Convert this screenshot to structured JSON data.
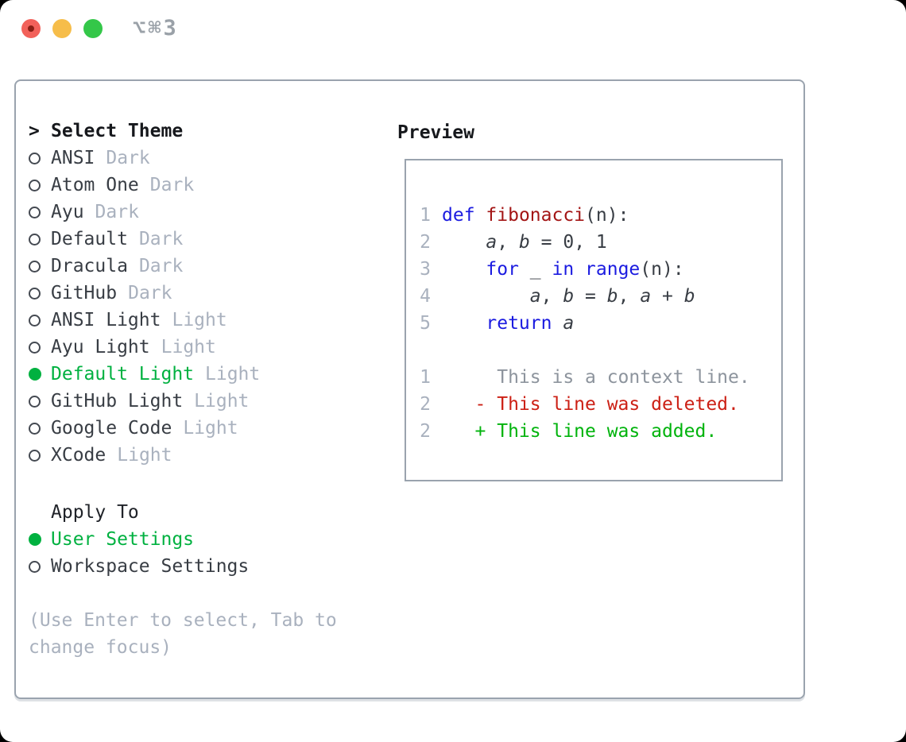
{
  "window": {
    "shortcut_label": "⌥⌘3",
    "traffic_lights": [
      "close",
      "minimize",
      "maximize"
    ]
  },
  "theme_panel": {
    "prompt": ">",
    "header": "Select Theme",
    "themes": [
      {
        "name": "ANSI",
        "variant": "Dark",
        "selected": false
      },
      {
        "name": "Atom One",
        "variant": "Dark",
        "selected": false
      },
      {
        "name": "Ayu",
        "variant": "Dark",
        "selected": false
      },
      {
        "name": "Default",
        "variant": "Dark",
        "selected": false
      },
      {
        "name": "Dracula",
        "variant": "Dark",
        "selected": false
      },
      {
        "name": "GitHub",
        "variant": "Dark",
        "selected": false
      },
      {
        "name": "ANSI Light",
        "variant": "Light",
        "selected": false
      },
      {
        "name": "Ayu Light",
        "variant": "Light",
        "selected": false
      },
      {
        "name": "Default Light",
        "variant": "Light",
        "selected": true
      },
      {
        "name": "GitHub Light",
        "variant": "Light",
        "selected": false
      },
      {
        "name": "Google Code",
        "variant": "Light",
        "selected": false
      },
      {
        "name": "XCode",
        "variant": "Light",
        "selected": false
      }
    ],
    "apply_to": {
      "header": "Apply To",
      "options": [
        {
          "label": "User Settings",
          "selected": true
        },
        {
          "label": "Workspace Settings",
          "selected": false
        }
      ]
    },
    "hint": "(Use Enter to select, Tab to change focus)"
  },
  "preview": {
    "title": "Preview",
    "lines": [
      {
        "num": "1",
        "tokens": [
          {
            "t": "def",
            "s": "kw"
          },
          {
            "t": " ",
            "s": "pl"
          },
          {
            "t": "fibonacci",
            "s": "fn"
          },
          {
            "t": "(n):",
            "s": "pl"
          }
        ]
      },
      {
        "num": "2",
        "tokens": [
          {
            "t": "    ",
            "s": "pl"
          },
          {
            "t": "a",
            "s": "v"
          },
          {
            "t": ", ",
            "s": "pl"
          },
          {
            "t": "b",
            "s": "v"
          },
          {
            "t": " = 0, 1",
            "s": "pl"
          }
        ]
      },
      {
        "num": "3",
        "tokens": [
          {
            "t": "    ",
            "s": "pl"
          },
          {
            "t": "for",
            "s": "kw"
          },
          {
            "t": " _ ",
            "s": "pl"
          },
          {
            "t": "in",
            "s": "kw"
          },
          {
            "t": " ",
            "s": "pl"
          },
          {
            "t": "range",
            "s": "kw"
          },
          {
            "t": "(n):",
            "s": "pl"
          }
        ]
      },
      {
        "num": "4",
        "tokens": [
          {
            "t": "        ",
            "s": "pl"
          },
          {
            "t": "a",
            "s": "v"
          },
          {
            "t": ", ",
            "s": "pl"
          },
          {
            "t": "b",
            "s": "v"
          },
          {
            "t": " = ",
            "s": "pl"
          },
          {
            "t": "b",
            "s": "v"
          },
          {
            "t": ", ",
            "s": "pl"
          },
          {
            "t": "a",
            "s": "v"
          },
          {
            "t": " + ",
            "s": "pl"
          },
          {
            "t": "b",
            "s": "v"
          }
        ]
      },
      {
        "num": "5",
        "tokens": [
          {
            "t": "    ",
            "s": "pl"
          },
          {
            "t": "return",
            "s": "kw"
          },
          {
            "t": " ",
            "s": "pl"
          },
          {
            "t": "a",
            "s": "v"
          }
        ]
      },
      {
        "num": "",
        "tokens": []
      },
      {
        "num": "1",
        "tokens": [
          {
            "t": "     This is a context line.",
            "s": "ctx"
          }
        ]
      },
      {
        "num": "2",
        "tokens": [
          {
            "t": "   - This line was deleted.",
            "s": "del"
          }
        ]
      },
      {
        "num": "2",
        "tokens": [
          {
            "t": "   + This line was added.",
            "s": "add"
          }
        ]
      }
    ]
  },
  "colors": {
    "heading": "#16181c",
    "text": "#383d44",
    "muted": "#a9b1be",
    "ctx": "#8d949d",
    "kw": "#1b1be0",
    "fn": "#a31515",
    "del": "#cc2015",
    "add": "#00b30c",
    "green": "#00b140",
    "border": "#9aa3ae",
    "shortcut_gray": "#9aa1a8",
    "apply_heading": "#202329",
    "traffic_red": "#f2615a",
    "traffic_red_dot": "#8a1f15",
    "traffic_yellow": "#f6bd4a",
    "traffic_green": "#34c749"
  }
}
